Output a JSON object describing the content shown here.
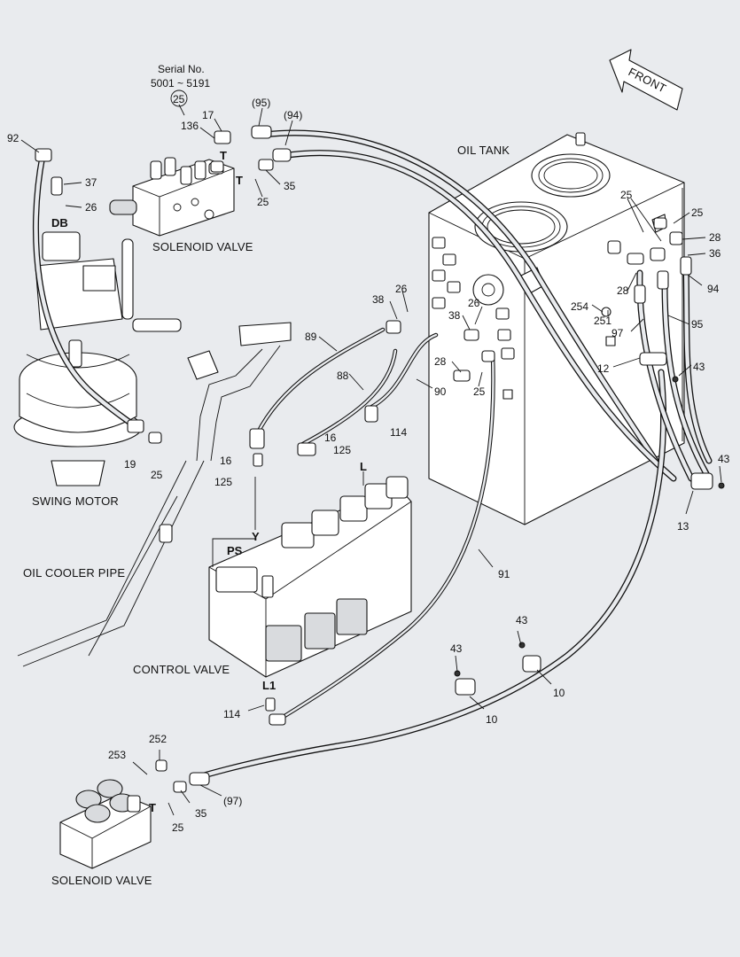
{
  "direction": "FRONT",
  "serial": {
    "line1": "Serial No.",
    "line2": "5001 ~ 5191",
    "ref": "25"
  },
  "components": {
    "oil_tank": "OIL TANK",
    "solenoid_valve_top": "SOLENOID VALVE",
    "swing_motor": "SWING MOTOR",
    "oil_cooler_pipe": "OIL COOLER PIPE",
    "control_valve": "CONTROL VALVE",
    "solenoid_valve_bottom": "SOLENOID VALVE"
  },
  "ports": {
    "t1": "T",
    "t2": "T",
    "t3": "T",
    "db": "DB",
    "ps": "PS",
    "y": "Y",
    "l": "L",
    "l1": "L1"
  },
  "callouts": {
    "c92": "92",
    "c37": "37",
    "c26a": "26",
    "c136": "136",
    "c17": "17",
    "c95t": "(95)",
    "c94t": "(94)",
    "c35a": "35",
    "c25a": "25",
    "c25b": "25",
    "c25c": "25",
    "c28a": "28",
    "c36": "36",
    "c94": "94",
    "c28b": "28",
    "c254": "254",
    "c251": "251",
    "c97": "97",
    "c95": "95",
    "c12": "12",
    "c43a": "43",
    "c38a": "38",
    "c26b": "26",
    "c26c": "26",
    "c38b": "38",
    "c89": "89",
    "c88": "88",
    "c28c": "28",
    "c25d": "25",
    "c90": "90",
    "c114a": "114",
    "c16a": "16",
    "c125a": "125",
    "c16b": "16",
    "c125b": "125",
    "c19": "19",
    "c25e": "25",
    "c91": "91",
    "c43b": "43",
    "c13": "13",
    "c43c": "43",
    "c43d": "43",
    "c10a": "10",
    "c10b": "10",
    "c114b": "114",
    "c252": "252",
    "c253": "253",
    "c97b": "(97)",
    "c35b": "35",
    "c25f": "25"
  }
}
